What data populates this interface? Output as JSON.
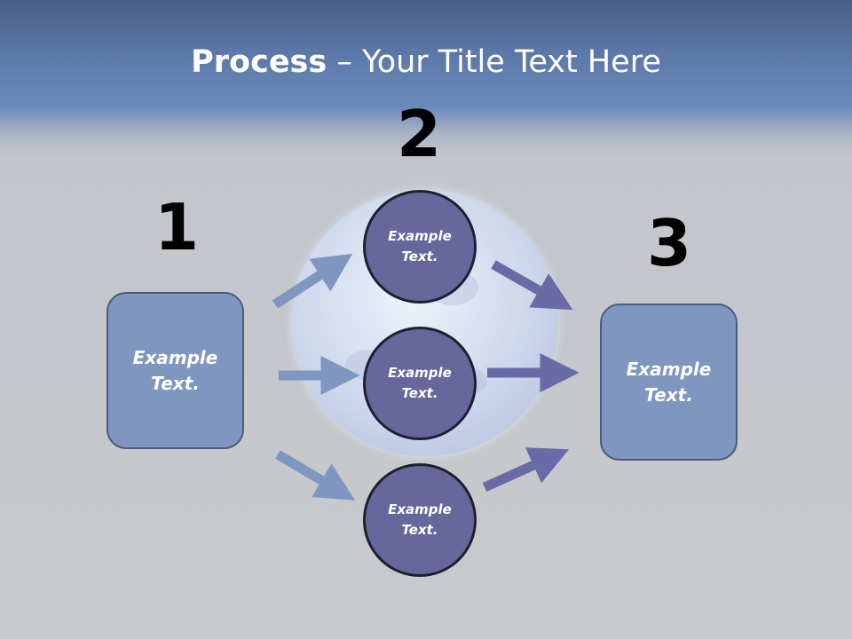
{
  "title": {
    "bold": "Process",
    "rest": " – Your Title Text Here"
  },
  "steps": [
    {
      "number": "1",
      "text_line1": "Example",
      "text_line2": "Text."
    },
    {
      "number": "2"
    },
    {
      "number": "3",
      "text_line1": "Example",
      "text_line2": "Text."
    }
  ],
  "circles": [
    {
      "line1": "Example",
      "line2": "Text."
    },
    {
      "line1": "Example",
      "line2": "Text."
    },
    {
      "line1": "Example",
      "line2": "Text."
    }
  ],
  "colors": {
    "box_fill": "#7f96c1",
    "circle_fill": "#67679b",
    "left_arrows": "#7f96c1",
    "right_arrows": "#6a6aa6"
  }
}
